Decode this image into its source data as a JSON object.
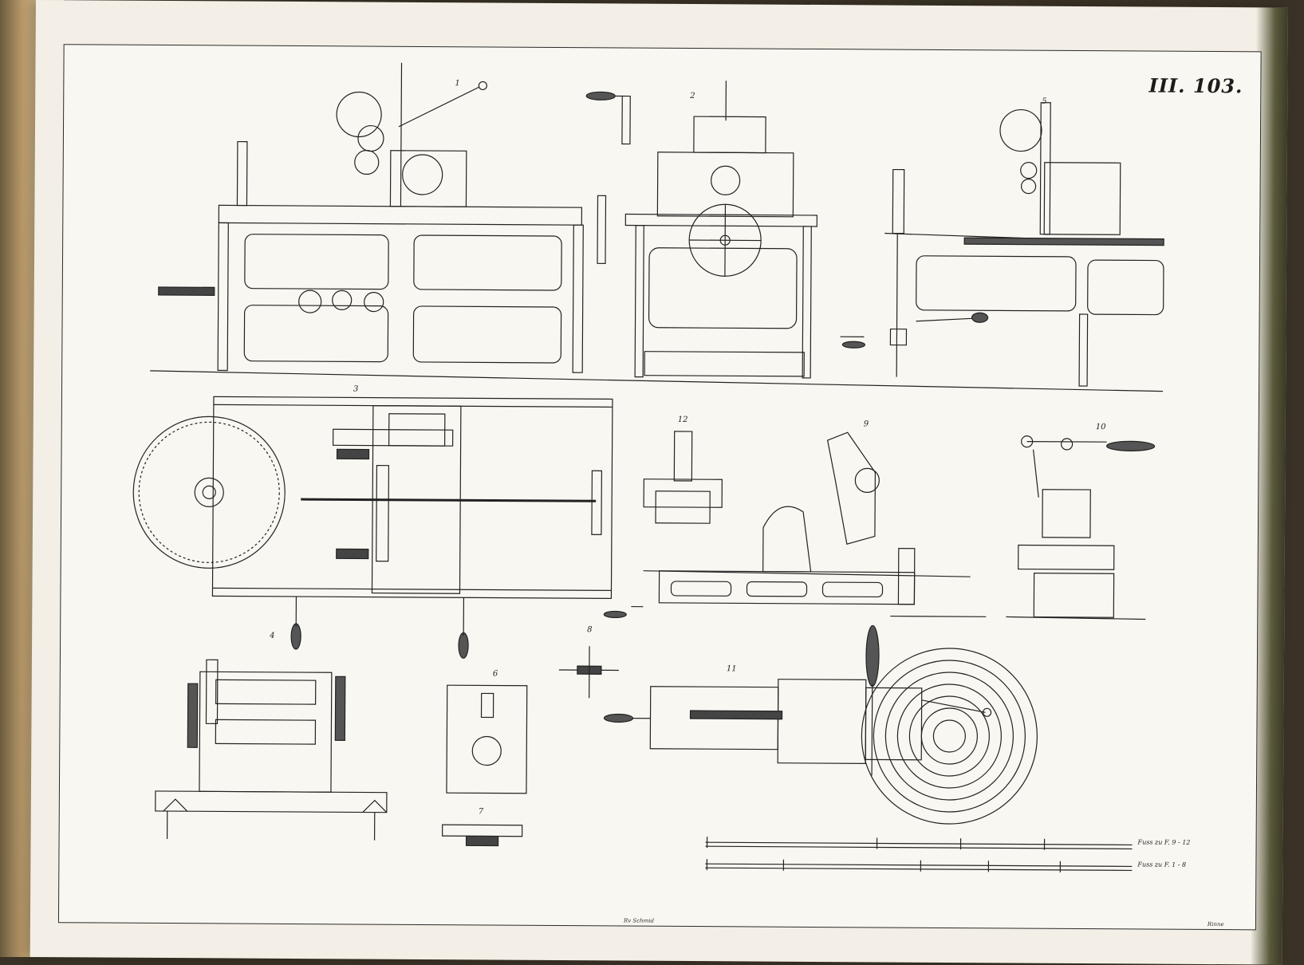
{
  "plate": {
    "number": "III. 103.",
    "engraver_left": "Rv Schmid",
    "engraver_right": "Rinne"
  },
  "figures": [
    {
      "id": "fig-1",
      "label": "1"
    },
    {
      "id": "fig-2",
      "label": "2"
    },
    {
      "id": "fig-3",
      "label": "3"
    },
    {
      "id": "fig-4",
      "label": "4"
    },
    {
      "id": "fig-5",
      "label": "5"
    },
    {
      "id": "fig-6",
      "label": "6"
    },
    {
      "id": "fig-7",
      "label": "7"
    },
    {
      "id": "fig-8",
      "label": "8"
    },
    {
      "id": "fig-9",
      "label": "9"
    },
    {
      "id": "fig-10",
      "label": "10"
    },
    {
      "id": "fig-11",
      "label": "11"
    },
    {
      "id": "fig-12",
      "label": "12"
    }
  ],
  "scales": [
    {
      "label": "Fuss zu F. 9 - 12"
    },
    {
      "label": "Fuss zu F. 1 - 8"
    }
  ],
  "colors": {
    "ink": "#222222",
    "paper": "#f9f7f1"
  }
}
